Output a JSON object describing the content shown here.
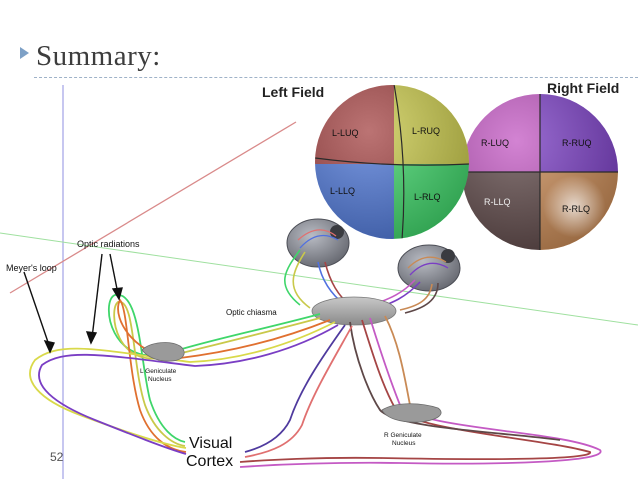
{
  "slide": {
    "title": "Summary:",
    "page_number": "52"
  },
  "diagram": {
    "left_field_label": "Left Field",
    "right_field_label": "Right Field",
    "left_quadrants": [
      "L-LUQ",
      "L-RUQ",
      "L-LLQ",
      "L-RLQ"
    ],
    "right_quadrants": [
      "R-LUQ",
      "R-RUQ",
      "R-LLQ",
      "R-RLQ"
    ],
    "optic_radiations_label": "Optic radiations",
    "meyers_loop_label": "Meyer's loop",
    "optic_chiasma_label": "Optic chiasma",
    "l_geniculate_line1": "L Geniculate",
    "l_geniculate_line2": "Nucleus",
    "r_geniculate_line1": "R Geniculate",
    "r_geniculate_line2": "Nucleus",
    "visual_cortex_line1": "Visual",
    "visual_cortex_line2": "Cortex"
  },
  "colors": {
    "l_luq": "#a54545",
    "l_ruq": "#c9c94a",
    "l_llq": "#4f78d8",
    "l_rlq": "#3fd66a",
    "r_luq": "#c45ac4",
    "r_ruq": "#7a3ec4",
    "r_llq": "#5e4848",
    "r_rlq": "#c98a55"
  }
}
